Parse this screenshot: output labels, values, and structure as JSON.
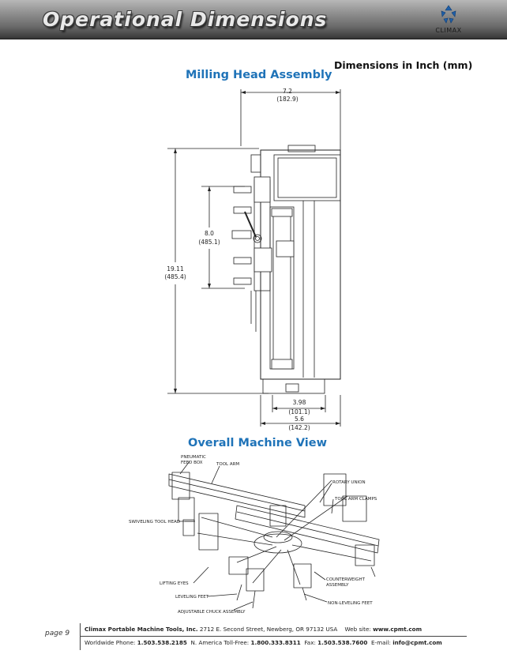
{
  "header": {
    "title": "Operational Dimensions",
    "logo_text": "CLIMAX"
  },
  "units_note": "Dimensions in Inch (mm)",
  "milling_head": {
    "title": "Milling Head Assembly",
    "dims": {
      "width_top_in": "7.2",
      "width_top_mm": "(182.9)",
      "height_total_in": "19.11",
      "height_total_mm": "(485.4)",
      "height_mid_in": "8.0",
      "height_mid_mm": "(485.1)",
      "base_inner_in": "3.98",
      "base_inner_mm": "(101.1)",
      "base_outer_in": "5.6",
      "base_outer_mm": "(142.2)"
    }
  },
  "overall_view": {
    "title": "Overall Machine View",
    "labels": {
      "pneumatic_1": "PNEUMATIC",
      "pneumatic_2": "FEED BOX",
      "tool_arm": "TOOL ARM",
      "rotary_union": "ROTARY UNION",
      "tool_arm_clamps": "TOOL ARM CLAMPS",
      "swiveling_tool_head": "SWIVELING TOOL HEAD",
      "lifting_eyes": "LIFTING EYES",
      "counterweight_1": "COUNTERWEIGHT",
      "counterweight_2": "ASSEMBLY",
      "leveling_feet": "LEVELING FEET",
      "non_leveling_feet": "NON-LEVELING FEET",
      "adjustable_chuck": "ADJUSTABLE CHUCK ASSEMBLY"
    }
  },
  "footer": {
    "page": "page 9",
    "company": "Climax Portable Machine Tools, Inc.",
    "address": "2712 E. Second Street, Newberg, OR 97132 USA",
    "web_label": "Web site:",
    "web": "www.cpmt.com",
    "worldwide_label": "Worldwide Phone:",
    "worldwide_phone": "1.503.538.2185",
    "na_label": "N. America Toll-Free:",
    "na_phone": "1.800.333.8311",
    "fax_label": "Fax:",
    "fax": "1.503.538.7600",
    "email_label": "E-mail:",
    "email": "info@cpmt.com"
  }
}
